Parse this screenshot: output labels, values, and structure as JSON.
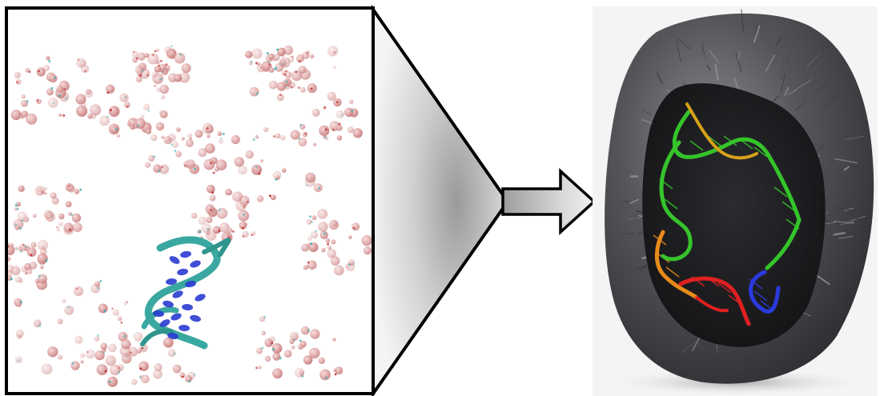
{
  "figure": {
    "panels": [
      {
        "id": "simulation",
        "content": "molecular-dynamics-snapshot"
      },
      {
        "id": "funnel",
        "content": "converging-arrow"
      },
      {
        "id": "rock",
        "content": "rock-with-dna-helix"
      }
    ]
  },
  "colors": {
    "background": "#ffffff",
    "frame": "#000000",
    "atom_pink": "#d98c8c",
    "atom_cyan": "#3fb3b3",
    "atom_red": "#c02a2a",
    "ribbon_teal": "#3aa8a0",
    "bases_blue": "#2a3bd0",
    "rock_dark": "#3a3a3e",
    "rock_mid": "#6a6a70",
    "rock_light": "#a4a4aa",
    "helix_green": "#35c42a",
    "helix_orange": "#e88a1a",
    "helix_red": "#e02020",
    "helix_blue": "#2a3adf"
  }
}
